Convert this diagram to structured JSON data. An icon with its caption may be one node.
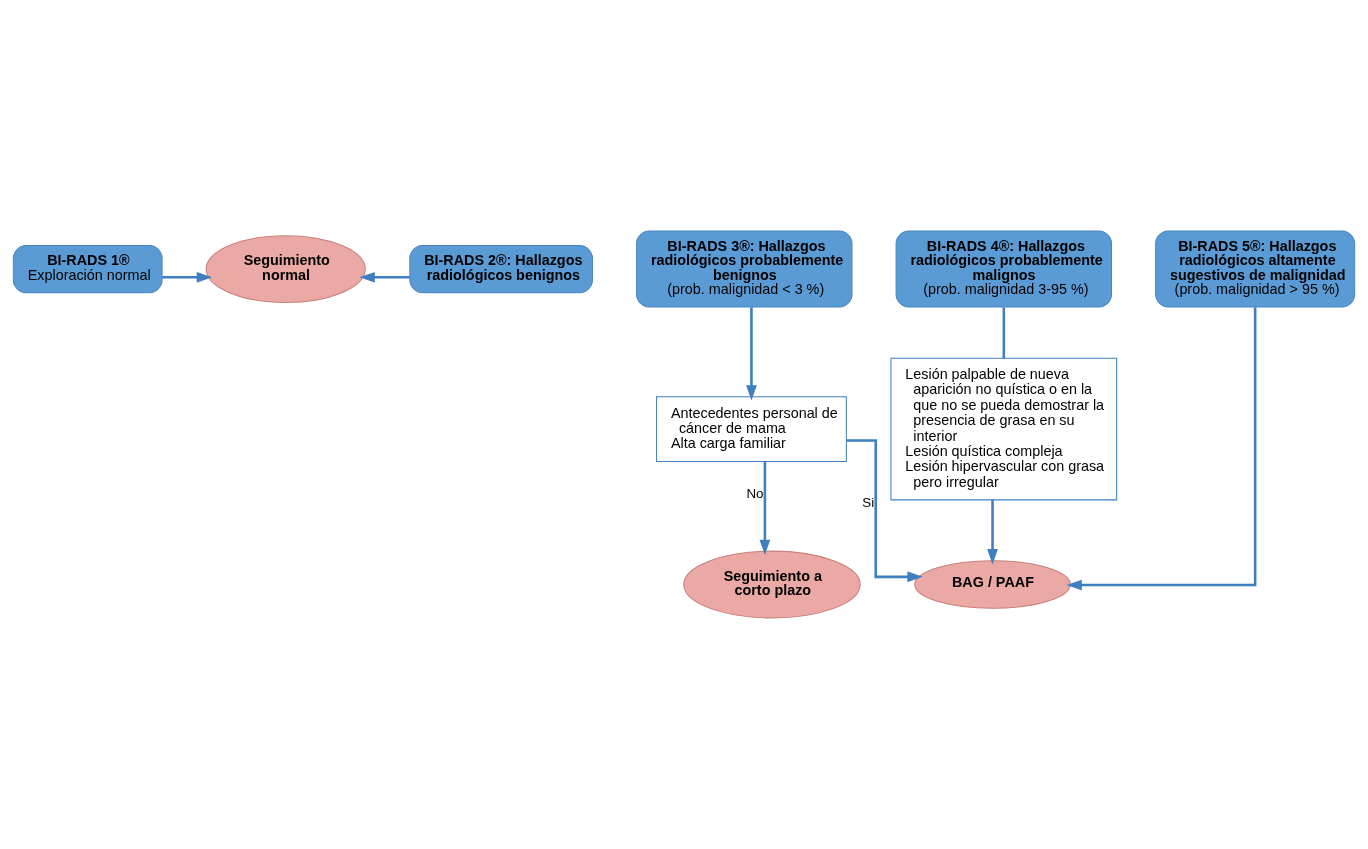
{
  "diagram": {
    "nodes": [
      {
        "text": [
          "BI-RADS 1®",
          "Exploración normal"
        ]
      },
      {
        "text": [
          "Seguimiento normal"
        ]
      },
      {
        "text": [
          "BI-RADS 2®: Hallazgos radiológicos benignos"
        ]
      },
      {
        "text": [
          "BI-RADS 3®: Hallazgos radiológicos probablemente benignos",
          "(prob. malignidad < 3 %)"
        ]
      },
      {
        "text": [
          "BI-RADS 4®: Hallazgos radiológicos probablemente malignos",
          "(prob. malignidad 3-95 %)"
        ]
      },
      {
        "text": [
          "BI-RADS 5®: Hallazgos radiológicos altamente sugestivos de malignidad",
          "(prob. malignidad > 95 %)"
        ]
      },
      {
        "text": [
          "Antecedentes personal de cáncer de mama",
          "Alta carga familiar"
        ]
      },
      {
        "text": [
          "Lesión palpable de nueva aparición no quística o en la que no se pueda demostrar la presencia de grasa en su interior",
          "Lesión quística compleja",
          "Lesión hipervascular con grasa pero irregular"
        ]
      },
      {
        "text": [
          "Seguimiento a corto plazo"
        ]
      },
      {
        "text": [
          "BAG / PAAF"
        ]
      }
    ],
    "edges": [
      {
        "from": 0,
        "to": 1,
        "arrow": "to"
      },
      {
        "from": 2,
        "to": 1,
        "arrow": "to"
      },
      {
        "from": 3,
        "to": 6,
        "arrow": "to"
      },
      {
        "from": 4,
        "to": 7,
        "arrow": "none"
      },
      {
        "from": 6,
        "to": 8,
        "arrow": "to",
        "label": "No"
      },
      {
        "from": 6,
        "to": 9,
        "arrow": "to",
        "label": "Si"
      },
      {
        "from": 7,
        "to": 9,
        "arrow": "to"
      },
      {
        "from": 5,
        "to": 9,
        "arrow": "to"
      }
    ]
  }
}
